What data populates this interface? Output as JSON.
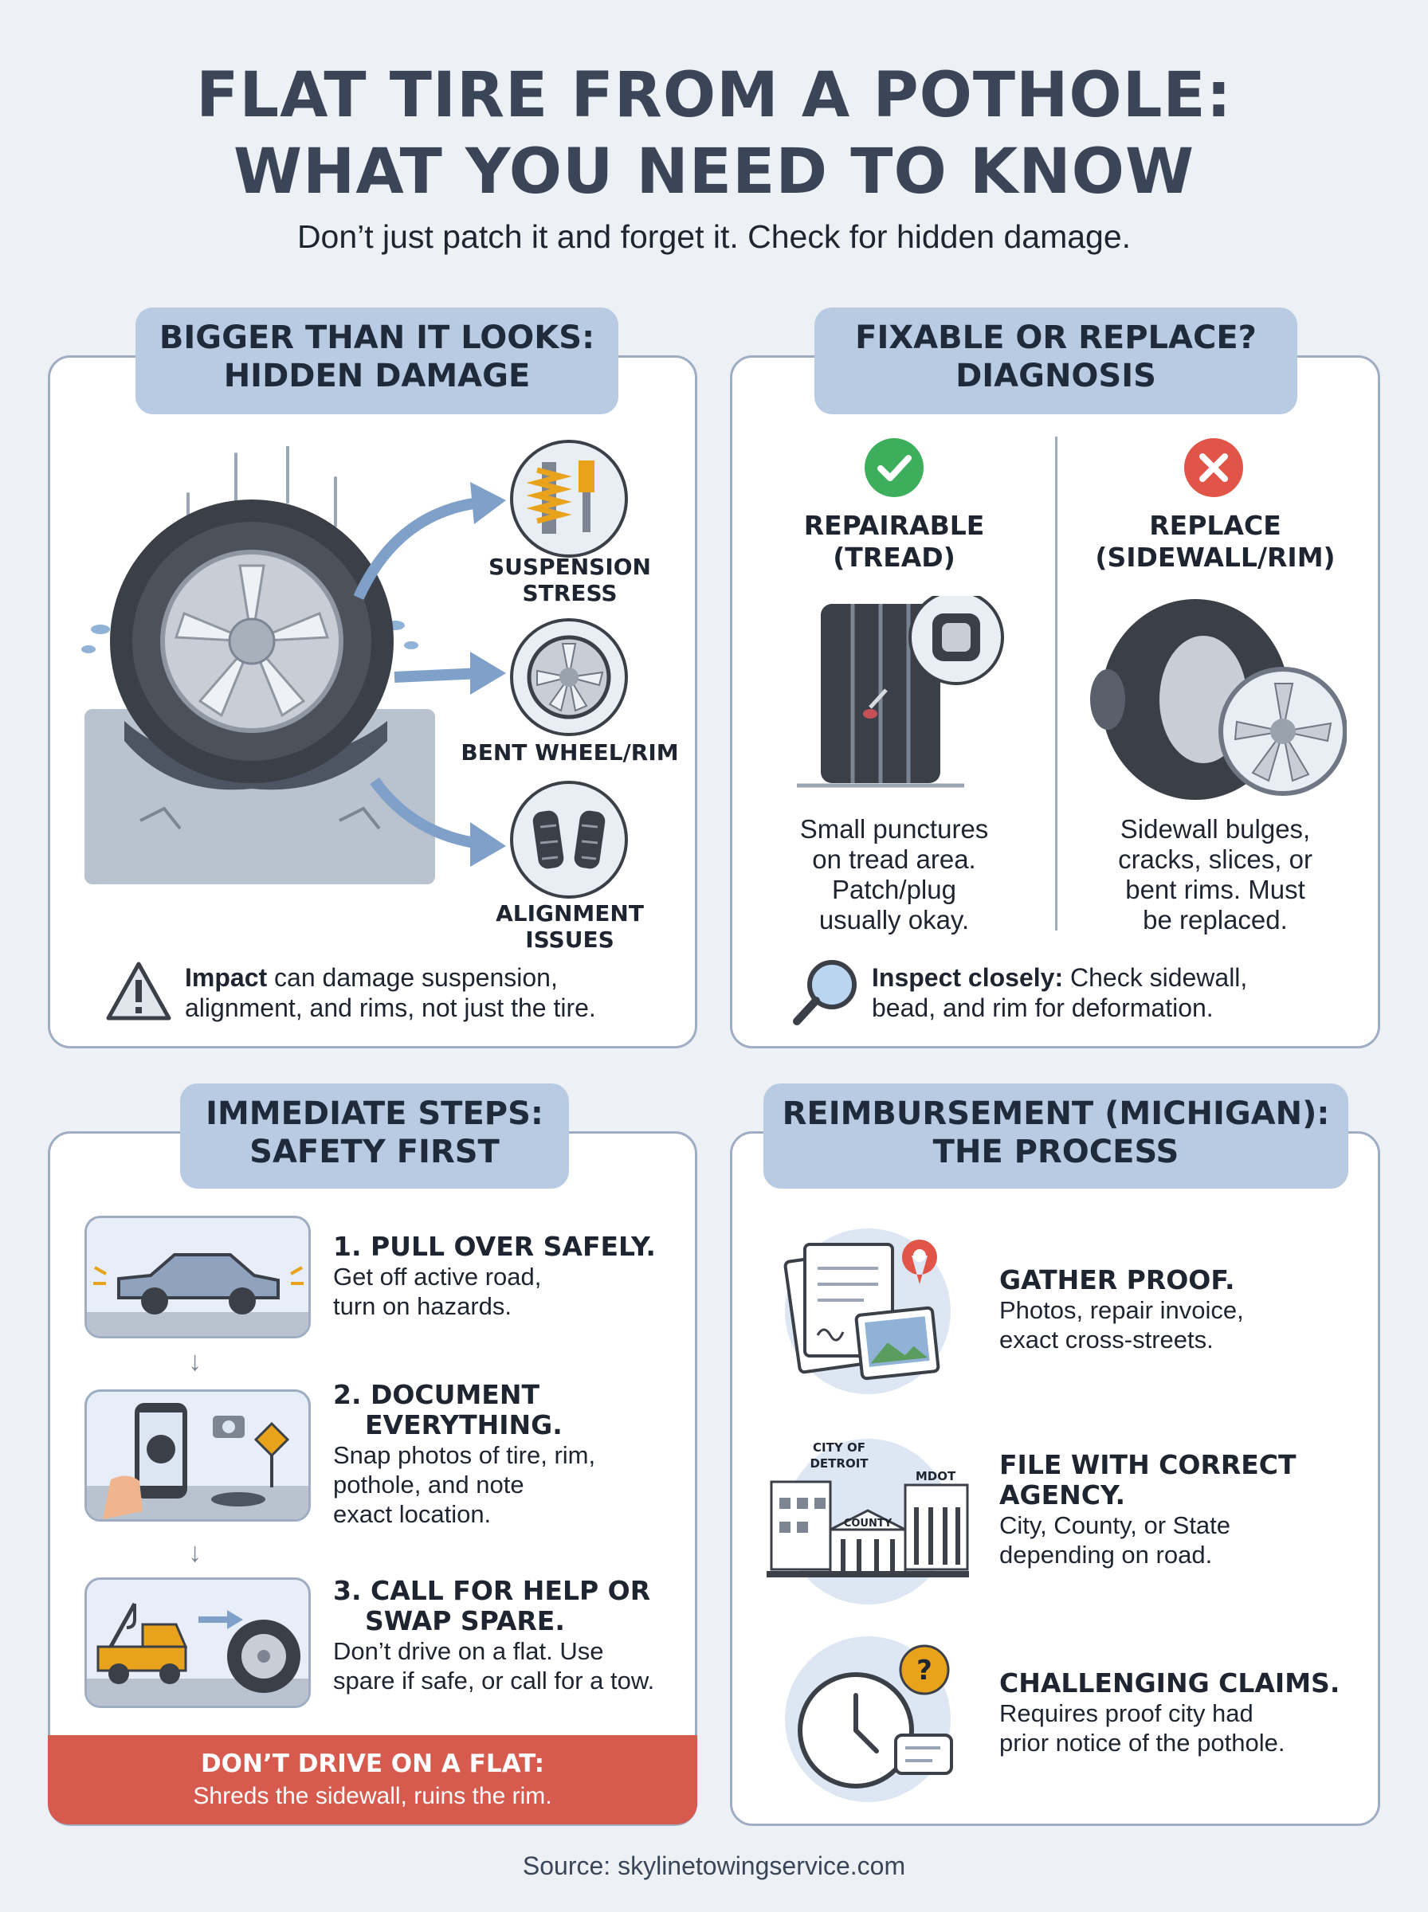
{
  "title": {
    "line1": "FLAT TIRE FROM A POTHOLE:",
    "line2": "WHAT YOU NEED TO KNOW"
  },
  "subtitle": "Don’t just patch it and forget it. Check for hidden damage.",
  "hidden_damage": {
    "heading": {
      "line1": "BIGGER THAN IT LOOKS:",
      "line2": "HIDDEN DAMAGE"
    },
    "items": [
      {
        "label_line1": "SUSPENSION",
        "label_line2": "STRESS",
        "icon": "suspension-icon"
      },
      {
        "label_line1": "BENT WHEEL/RIM",
        "label_line2": "",
        "icon": "wheel-icon"
      },
      {
        "label_line1": "ALIGNMENT",
        "label_line2": "ISSUES",
        "icon": "alignment-icon"
      }
    ],
    "note_bold": "Impact",
    "note_line1_rest": " can damage suspension,",
    "note_line2": "alignment, and rims, not just the tire."
  },
  "diagnosis": {
    "heading": {
      "line1": "FIXABLE OR REPLACE?",
      "line2": "DIAGNOSIS"
    },
    "repairable": {
      "title_line1": "REPAIRABLE",
      "title_line2": "(TREAD)",
      "desc": [
        "Small punctures",
        "on tread area.",
        "Patch/plug",
        "usually okay."
      ]
    },
    "replace": {
      "title_line1": "REPLACE",
      "title_line2": "(SIDEWALL/RIM)",
      "desc": [
        "Sidewall bulges,",
        "cracks, slices, or",
        "bent rims. Must",
        "be replaced."
      ]
    },
    "note_bold": "Inspect closely:",
    "note_line1_rest": " Check sidewall,",
    "note_line2": "bead, and rim for deformation."
  },
  "steps": {
    "heading": {
      "line1": "IMMEDIATE STEPS:",
      "line2": "SAFETY FIRST"
    },
    "items": [
      {
        "title_line1": "1. PULL OVER SAFELY.",
        "title_line2": "",
        "desc": [
          "Get off active road,",
          "turn on hazards."
        ]
      },
      {
        "title_line1": "2. DOCUMENT",
        "title_line2": "EVERYTHING.",
        "desc": [
          "Snap photos of tire, rim,",
          "pothole, and note",
          "exact location."
        ]
      },
      {
        "title_line1": "3. CALL FOR HELP OR",
        "title_line2": "SWAP SPARE.",
        "desc": [
          "Don’t drive on a flat. Use",
          "spare if safe, or call for a tow."
        ]
      }
    ],
    "warning_title": "DON’T DRIVE ON A FLAT:",
    "warning_text": "Shreds the sidewall, ruins the rim."
  },
  "reimbursement": {
    "heading": {
      "line1": "REIMBURSEMENT (MICHIGAN):",
      "line2": "THE PROCESS"
    },
    "items": [
      {
        "title_line1": "GATHER PROOF.",
        "title_line2": "",
        "desc": [
          "Photos, repair invoice,",
          "exact cross-streets."
        ]
      },
      {
        "title_line1": "FILE WITH CORRECT",
        "title_line2": "AGENCY.",
        "desc": [
          "City, County, or State",
          "depending on road."
        ]
      },
      {
        "title_line1": "CHALLENGING CLAIMS.",
        "title_line2": "",
        "desc": [
          "Requires proof city had",
          "prior notice of the pothole."
        ]
      }
    ],
    "agency_labels": {
      "city": "CITY OF\nDETROIT",
      "city_l1": "CITY OF",
      "city_l2": "DETROIT",
      "mdot": "MDOT",
      "county": "COUNTY"
    }
  },
  "source": "Source: skylinetowingservice.com",
  "colors": {
    "accent_blue": "#b9cbe2",
    "border": "#9eadc2",
    "title": "#3a4558",
    "warning_red": "#d65a4d",
    "check_green": "#3cae5c",
    "cross_red": "#e05548"
  }
}
